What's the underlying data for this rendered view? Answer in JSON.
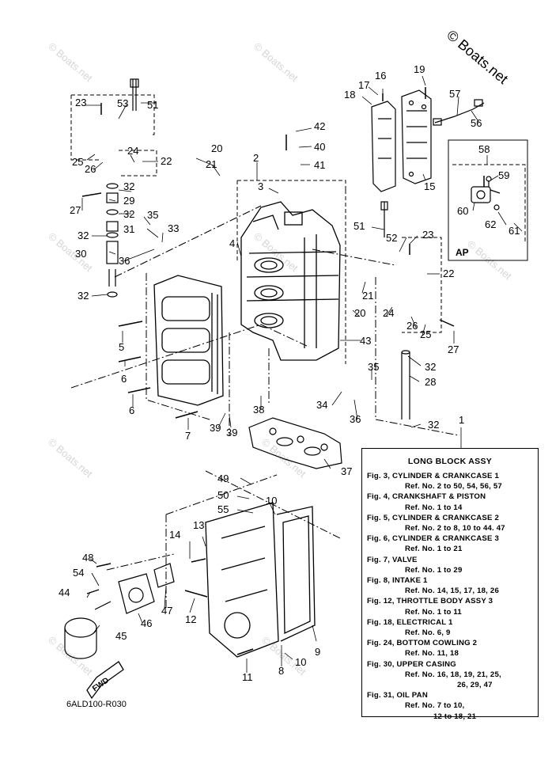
{
  "copyright": "© Boats.net",
  "watermark": "© Boats.net",
  "diagram_code": "6ALD100-R030",
  "fwd_label": "FWD",
  "ap_label": "AP",
  "infobox": {
    "title": "LONG BLOCK ASSY",
    "entries": [
      {
        "fig": "Fig. 3, CYLINDER & CRANKCASE 1",
        "ref": [
          "Ref. No. 2 to 50, 54, 56, 57"
        ]
      },
      {
        "fig": "Fig. 4, CRANKSHAFT & PISTON",
        "ref": [
          "Ref. No. 1 to 14"
        ]
      },
      {
        "fig": "Fig. 5, CYLINDER & CRANKCASE 2",
        "ref": [
          "Ref. No. 2 to 8, 10 to 44. 47"
        ]
      },
      {
        "fig": "Fig. 6, CYLINDER & CRANKCASE 3",
        "ref": [
          "Ref. No. 1 to 21"
        ]
      },
      {
        "fig": "Fig. 7, VALVE",
        "ref": [
          "Ref. No. 1 to 29"
        ]
      },
      {
        "fig": "Fig. 8, INTAKE 1",
        "ref": [
          "Ref. No. 14, 15, 17, 18, 26"
        ]
      },
      {
        "fig": "Fig. 12, THROTTLE BODY ASSY 3",
        "ref": [
          "Ref. No. 1 to 11"
        ]
      },
      {
        "fig": "Fig. 18, ELECTRICAL 1",
        "ref": [
          "Ref. No. 6, 9"
        ]
      },
      {
        "fig": "Fig. 24, BOTTOM COWLING 2",
        "ref": [
          "Ref. No. 11, 18"
        ]
      },
      {
        "fig": "Fig. 30, UPPER CASING",
        "ref": [
          "Ref. No. 16, 18, 19, 21, 25,",
          "26, 29, 47"
        ]
      },
      {
        "fig": "Fig. 31, OIL PAN",
        "ref": [
          "Ref. No. 7 to 10,",
          "12 to 18, 21"
        ]
      }
    ]
  },
  "callouts": [
    "1",
    "2",
    "3",
    "4",
    "5",
    "6",
    "6",
    "7",
    "8",
    "9",
    "10",
    "10",
    "11",
    "12",
    "13",
    "14",
    "15",
    "16",
    "17",
    "18",
    "19",
    "20",
    "20",
    "21",
    "21",
    "22",
    "22",
    "23",
    "23",
    "24",
    "24",
    "25",
    "25",
    "26",
    "26",
    "27",
    "27",
    "28",
    "29",
    "30",
    "31",
    "32",
    "32",
    "32",
    "32",
    "32",
    "32",
    "33",
    "34",
    "35",
    "35",
    "36",
    "36",
    "37",
    "38",
    "39",
    "39",
    "40",
    "41",
    "42",
    "43",
    "44",
    "45",
    "46",
    "47",
    "48",
    "49",
    "50",
    "51",
    "51",
    "52",
    "53",
    "54",
    "55",
    "56",
    "57",
    "58",
    "59",
    "60",
    "61",
    "62"
  ]
}
